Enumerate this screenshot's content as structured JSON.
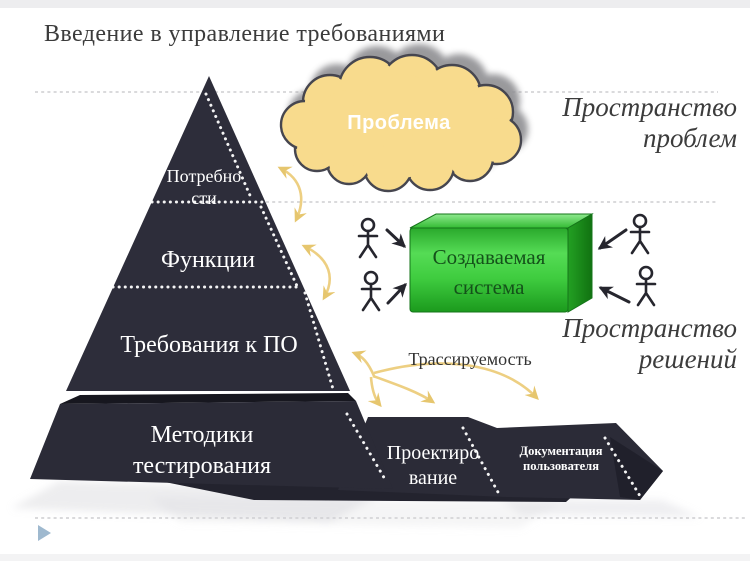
{
  "slide": {
    "title": "Введение в управление требованиями",
    "problem_space_label": "Пространство\nпроблем",
    "solution_space_label": "Пространство\nрешений",
    "traceability_label": "Трассируемость",
    "cloud": {
      "label": "Проблема",
      "fill": "#F8DB8D"
    },
    "pyramid": {
      "color": "#2D2D3A",
      "levels": [
        "Потребно\nсти",
        "Функции",
        "Требования к ПО"
      ]
    },
    "system_box": {
      "label": "Создаваемая\nсистема",
      "color": "#2FB32F"
    },
    "banners": [
      "Методики\nтестирования",
      "Проектиро\nвание",
      "Документация\nпользователя"
    ],
    "accents": {
      "arrow_yellow": "#EDCF82",
      "dark_shape": "#2D2D3A"
    }
  }
}
